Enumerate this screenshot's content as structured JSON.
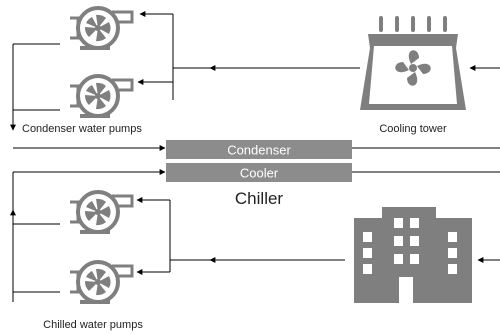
{
  "labels": {
    "condenser_pumps": "Condenser water pumps",
    "cooling_tower": "Cooling tower",
    "condenser": "Condenser",
    "cooler": "Cooler",
    "chiller": "Chiller",
    "chilled_pumps": "Chilled water pumps"
  },
  "colors": {
    "equipment": "#7f7f7f",
    "bar": "#8c8c8c",
    "line": "#000000",
    "bar_text": "#ffffff"
  },
  "icons": {
    "pump": "pump-icon",
    "fan": "fan-icon",
    "building": "building-icon",
    "cooling_tower": "cooling-tower-icon"
  }
}
